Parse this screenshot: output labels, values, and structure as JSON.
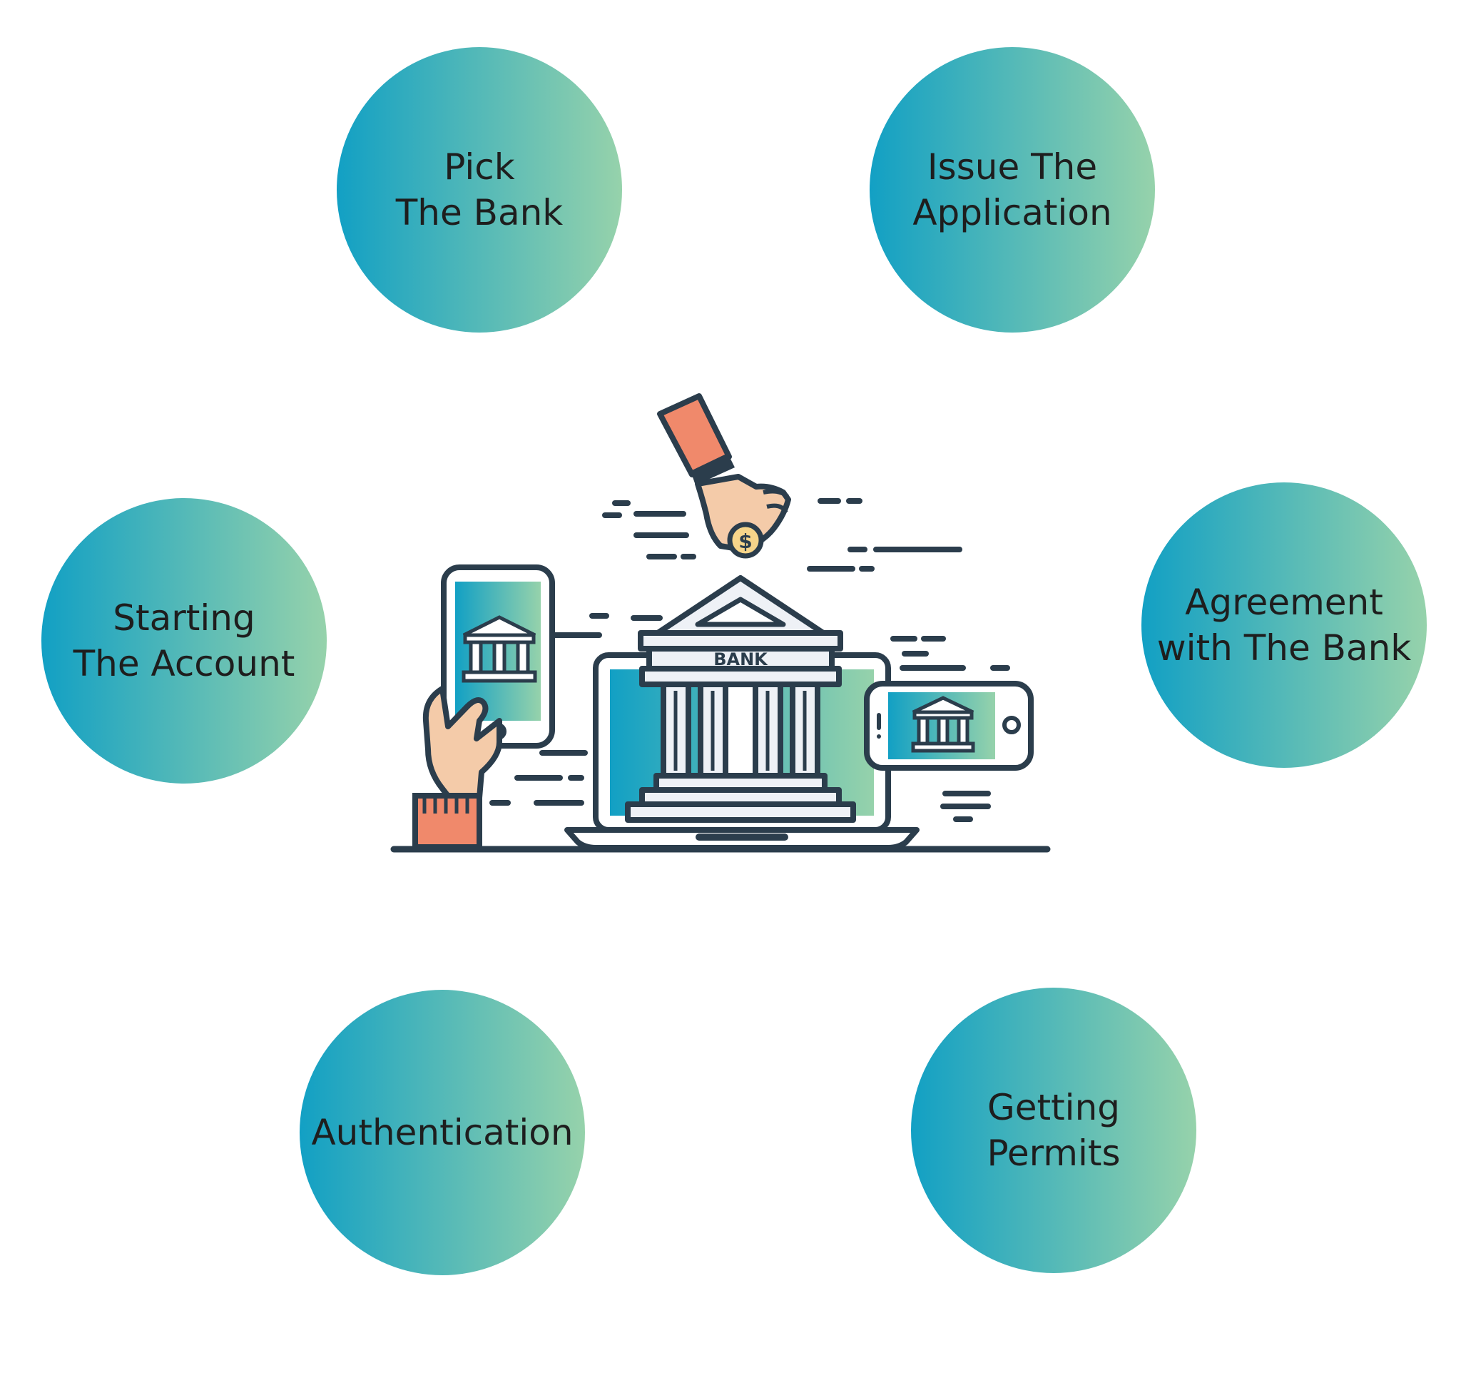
{
  "colors": {
    "gradient_start": "#12a0c4",
    "gradient_end": "#96d2ab",
    "outline": "#2b3d4c",
    "skin": "#f4cba9",
    "sleeve": "#f0896b",
    "coin": "#f6d58a",
    "building": "#eef1f6"
  },
  "steps": [
    {
      "label": "Pick\nThe Bank"
    },
    {
      "label": "Issue The\nApplication"
    },
    {
      "label": "Starting\nThe Account"
    },
    {
      "label": "Agreement\nwith The Bank"
    },
    {
      "label": "Authentication"
    },
    {
      "label": "Getting\nPermits"
    }
  ],
  "illustration": {
    "building_sign": "BANK",
    "coin_symbol": "$"
  }
}
